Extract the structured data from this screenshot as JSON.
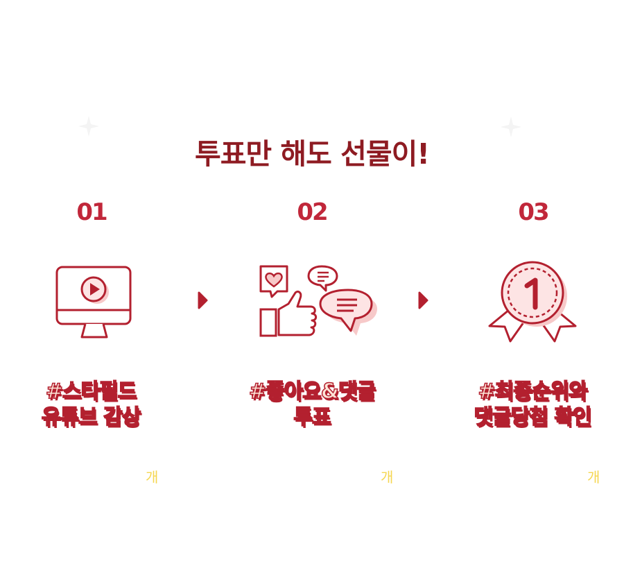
{
  "title": "투표만 해도 선물이!",
  "colors": {
    "title": "#8e1b22",
    "accent": "#c1273a",
    "pink_fill": "#f7c9c9",
    "caption_fill": "#fde4d7",
    "unit_text": "#f5d650"
  },
  "steps": [
    {
      "number": "01",
      "icon": "monitor-play-icon",
      "caption_line1": "#스타필드",
      "caption_line2": "유튜브 감상",
      "unit": "개"
    },
    {
      "number": "02",
      "icon": "like-comment-icon",
      "caption_line1": "#좋아요&댓글",
      "caption_line2": "투표",
      "unit": "개"
    },
    {
      "number": "03",
      "icon": "medal-first-place-icon",
      "caption_line1": "#최종순위와",
      "caption_line2": "댓글당첨 확인",
      "unit": "개"
    }
  ]
}
